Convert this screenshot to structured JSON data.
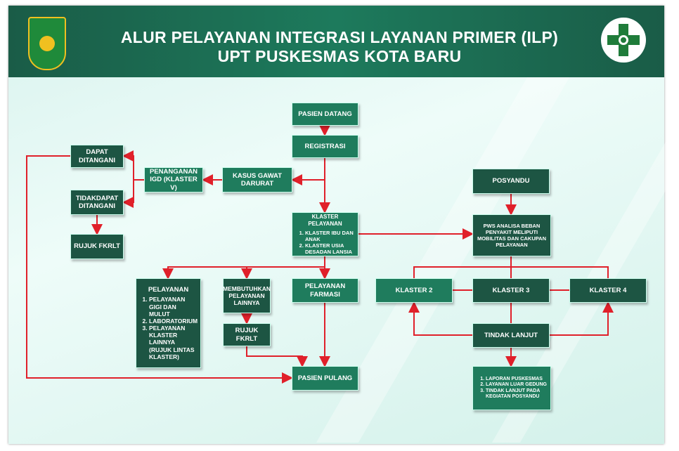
{
  "header": {
    "title_line1": "ALUR PELAYANAN INTEGRASI LAYANAN PRIMER (ILP)",
    "title_line2": "UPT PUSKESMAS KOTA BARU",
    "accent": "#1d5543",
    "arrow_color": "#e0202a"
  },
  "nodes": {
    "pasien_datang": "PASIEN DATANG",
    "registrasi": "REGISTRASI",
    "kasus_gawat_darurat": "KASUS GAWAT DARURAT",
    "penanganan_igd": "PENANGANAN IGD (KLASTER V)",
    "dapat_ditangani": "DAPAT DITANGANI",
    "tidak_dapat_ditangani": "TIDAKDAPAT DITANGANI",
    "rujuk_fkrlt_1": "RUJUK FKRLT",
    "klaster_pelayanan": {
      "title": "KLASTER PELAYANAN",
      "items": [
        "KLASTER IBU DAN ANAK",
        "KLASTER USIA DESADAN LANSIA"
      ]
    },
    "posyandu": "POSYANDU",
    "pws": "PWS ANALISA BEBAN PENYAKIT MELIPUTI MOBILITAS DAN CAKUPAN PELAYANAN",
    "pelayanan": {
      "title": "PELAYANAN",
      "items": [
        "PELAYANAN GIGI DAN MULUT",
        "LABORATORIUM",
        "PELAYANAN KLASTER LAINNYA (RUJUK LINTAS KLASTER)"
      ]
    },
    "membutuhkan": "MEMBUTUHKAN PELAYANAN LAINNYA",
    "rujuk_fkrlt_2": "RUJUK FKRLT",
    "pelayanan_farmasi": "PELAYANAN FARMASI",
    "pasien_pulang": "PASIEN PULANG",
    "klaster_2": "KLASTER 2",
    "klaster_3": "KLASTER 3",
    "klaster_4": "KLASTER 4",
    "tindak_lanjut": "TINDAK LANJUT",
    "laporan": {
      "items": [
        "LAPORAN PUSKESMAS",
        "LAYANAN LUAR GEDUNG",
        "TINDAK LANJUT PADA KEGIATAN POSYANDU"
      ]
    }
  }
}
